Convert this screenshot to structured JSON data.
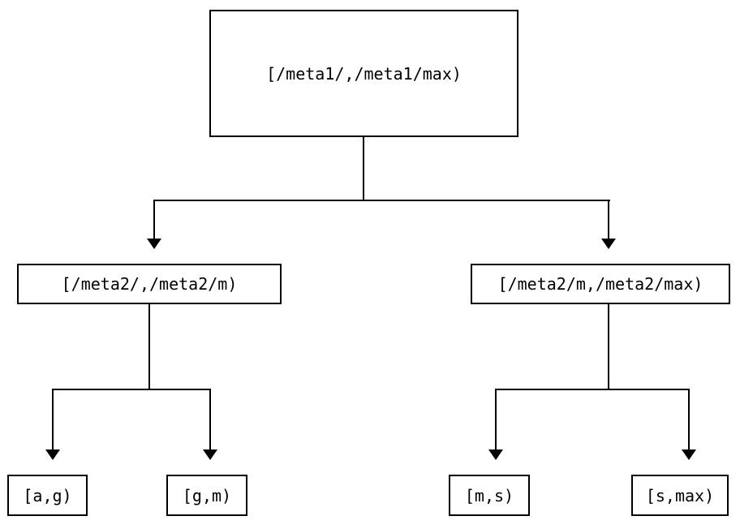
{
  "diagram": {
    "type": "interval-partition-tree",
    "background_color": "#ffffff",
    "line_color": "#000000",
    "nodes": {
      "root": {
        "label": "[/meta1/,/meta1/max)",
        "level": 0
      },
      "mid_left": {
        "label": "[/meta2/,/meta2/m)",
        "level": 1
      },
      "mid_right": {
        "label": "[/meta2/m,/meta2/max)",
        "level": 1
      },
      "leaf_1": {
        "label": "[a,g)",
        "level": 2
      },
      "leaf_2": {
        "label": "[g,m)",
        "level": 2
      },
      "leaf_3": {
        "label": "[m,s)",
        "level": 2
      },
      "leaf_4": {
        "label": "[s,max)",
        "level": 2
      }
    },
    "edges": [
      {
        "from": "root",
        "to": "mid_left",
        "arrow": "down"
      },
      {
        "from": "root",
        "to": "mid_right",
        "arrow": "down"
      },
      {
        "from": "mid_left",
        "to": "leaf_1",
        "arrow": "down"
      },
      {
        "from": "mid_left",
        "to": "leaf_2",
        "arrow": "down"
      },
      {
        "from": "mid_right",
        "to": "leaf_3",
        "arrow": "down"
      },
      {
        "from": "mid_right",
        "to": "leaf_4",
        "arrow": "down"
      }
    ]
  }
}
